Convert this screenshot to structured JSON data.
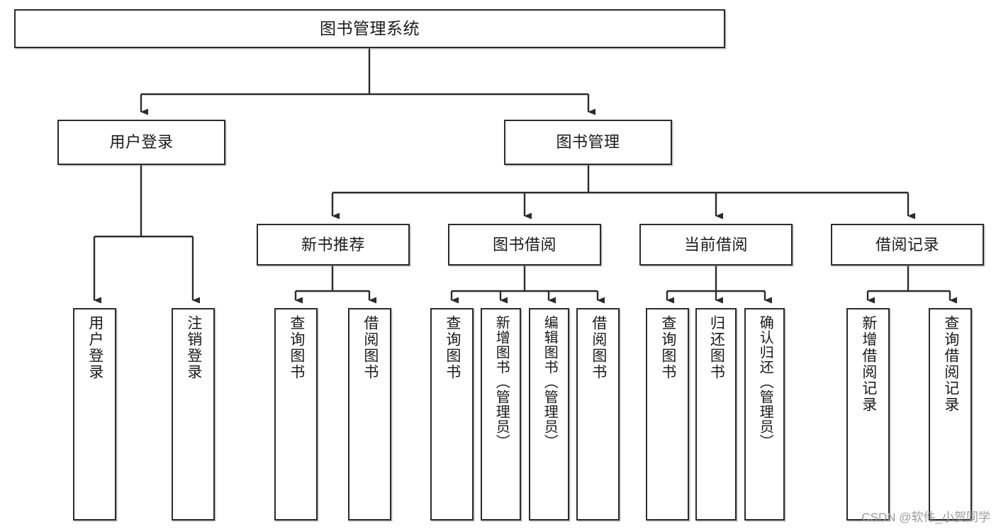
{
  "diagram": {
    "title": "图书管理系统",
    "type": "tree-hierarchy-chart",
    "orientation": "top-down",
    "line_color": "#2b2b2b",
    "box_fill": "#ffffff",
    "text_color": "#1a1a1a",
    "watermark": "CSDN @软件_小贺同学"
  },
  "nodes": {
    "root": {
      "label": "图书管理系统"
    },
    "level2": [
      {
        "label": "用户登录"
      },
      {
        "label": "图书管理"
      }
    ],
    "level3": [
      {
        "label": "新书推荐"
      },
      {
        "label": "图书借阅"
      },
      {
        "label": "当前借阅"
      },
      {
        "label": "借阅记录"
      }
    ],
    "leaves_user_login": [
      {
        "label": "用户登录"
      },
      {
        "label": "注销登录"
      }
    ],
    "leaves_new_book": [
      {
        "label": "查询图书"
      },
      {
        "label": "借阅图书"
      }
    ],
    "leaves_borrow": [
      {
        "label": "查询图书"
      },
      {
        "label": "新增图书（管理员）"
      },
      {
        "label": "编辑图书（管理员）"
      },
      {
        "label": "借阅图书"
      }
    ],
    "leaves_current": [
      {
        "label": "查询图书"
      },
      {
        "label": "归还图书"
      },
      {
        "label": "确认归还（管理员）"
      }
    ],
    "leaves_record": [
      {
        "label": "新增借阅记录"
      },
      {
        "label": "查询借阅记录"
      }
    ]
  }
}
